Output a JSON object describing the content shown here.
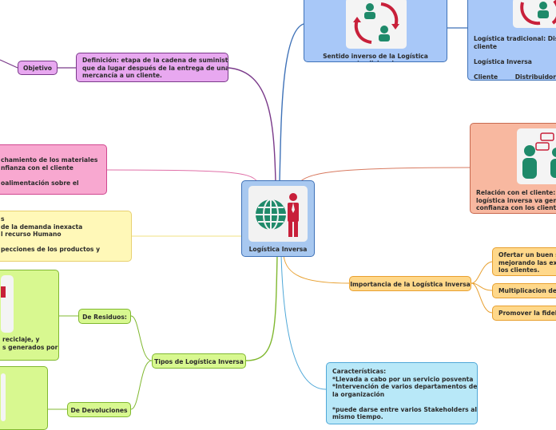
{
  "central": {
    "title": "Logística Inversa"
  },
  "nodes": {
    "objetivo": "Objetivo",
    "definicion": [
      "Definición: etapa de la cadena de suministro",
      "que da lugar después de la entrega de una",
      "mercancía a un cliente."
    ],
    "sentido": "Sentido inverso de la Logística tradicional",
    "tradicional": [
      "Logística tradicional: Distr",
      "cliente",
      "",
      "Logística Inversa",
      "",
      "Cliente _____Distribuidor"
    ],
    "relacion": [
      "Relación con el cliente: ap",
      "logística inversa va gener",
      "confianza con los clientes"
    ],
    "pink": [
      "chamiento de los materiales",
      "nfianza con el cliente",
      "",
      "oalimentación sobre el"
    ],
    "yellow_left": [
      "s",
      "de la demanda inexacta",
      "l recurso Humano",
      "",
      "pecciones de los productos y"
    ],
    "importancia": "Importancia de la Logística Inversa",
    "imp1": [
      "Ofertar un buen se",
      "mejorando las exp",
      "los clientes."
    ],
    "imp2": "Multiplicacion de la",
    "imp3": "Promover la fideliz",
    "tipos": "Tipos de Logística Inversa",
    "residuos": "De Residuos:",
    "devoluciones": "De Devoluciones",
    "green1": [
      "reciclaje, y",
      "s generados por"
    ],
    "caracteristicas": [
      "Características:",
      "*Llevada a cabo por un servicio posventa",
      "*Intervención de varios departamentos de",
      "la organización",
      "",
      "*puede darse entre varios Stakeholders al",
      "mismo tiempo."
    ]
  },
  "colors": {
    "central_fill": "#a8c8f0",
    "central_border": "#3f72b8",
    "purple_fill": "#e8a8f0",
    "purple_border": "#7a3a8a",
    "blue_fill": "#a8c8f8",
    "blue_border": "#3f72b8",
    "salmon_fill": "#f8b8a0",
    "salmon_border": "#c86a50",
    "pink_fill": "#f8a8d0",
    "pink_border": "#d04890",
    "yellow_fill": "#fff8b8",
    "yellow_border": "#e8d070",
    "orange_fill": "#ffd88a",
    "orange_border": "#e8a030",
    "green_fill": "#d8f890",
    "green_border": "#80b830",
    "cyan_fill": "#b8e8f8",
    "cyan_border": "#50a8d8"
  }
}
